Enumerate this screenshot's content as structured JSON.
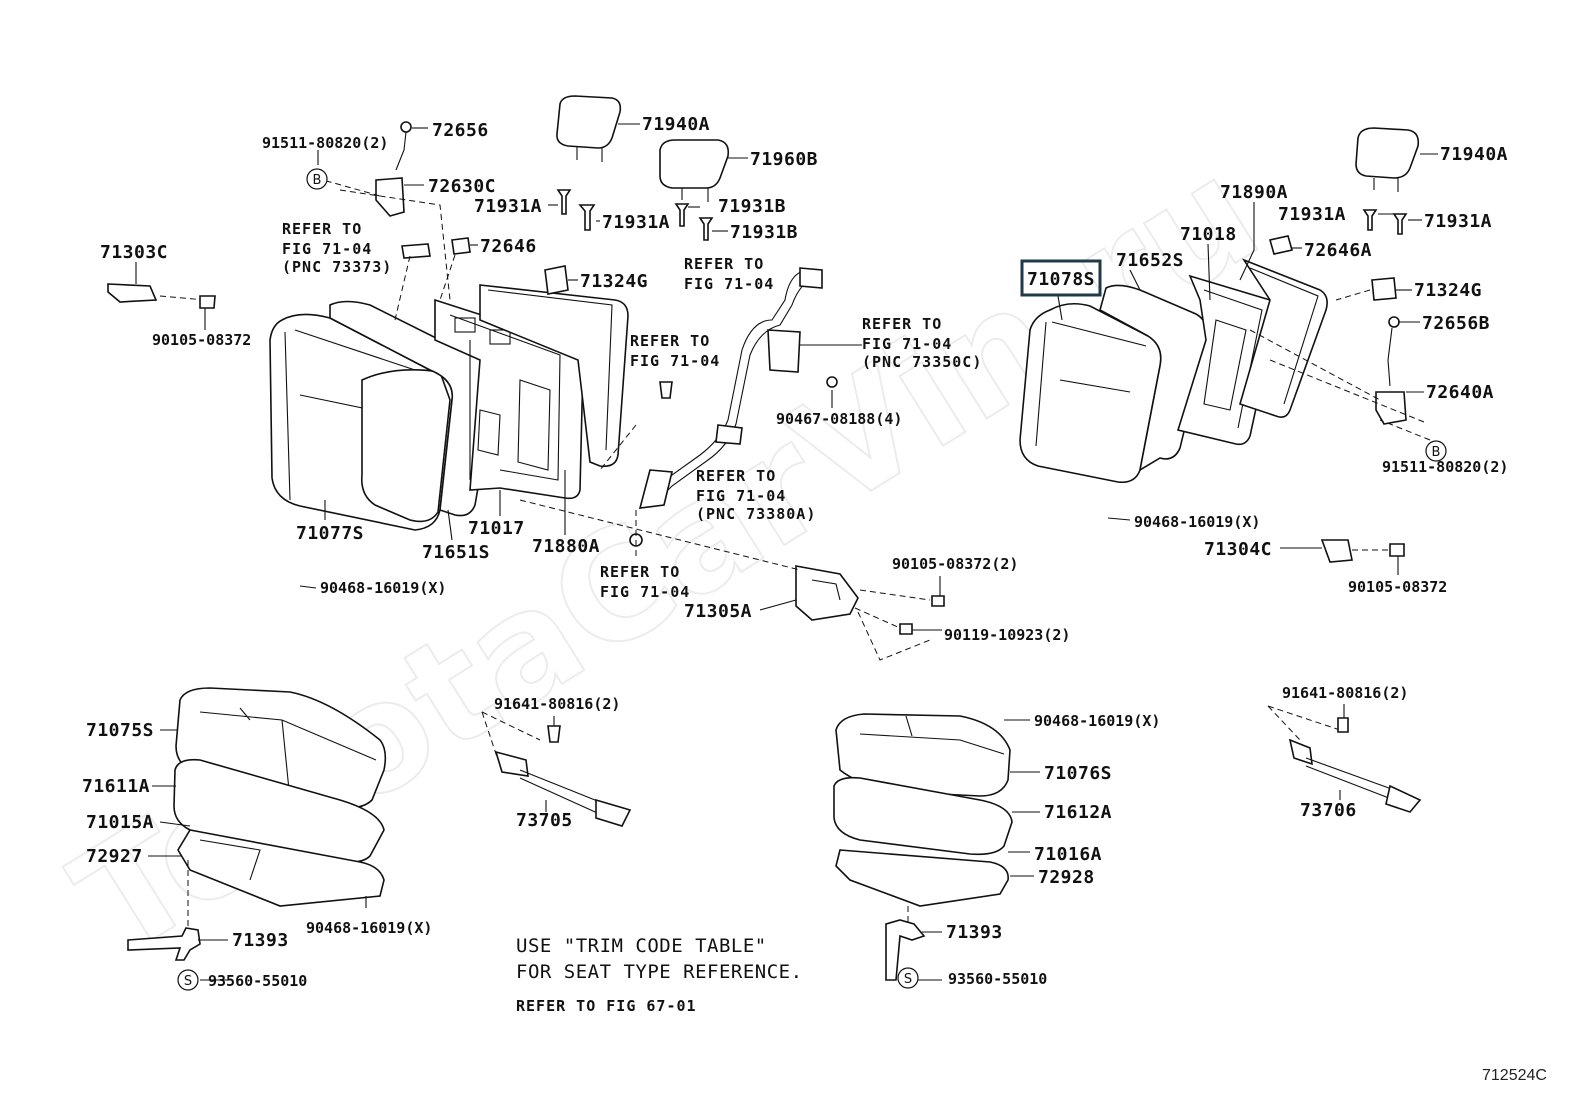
{
  "watermark": "ToyotaCarVin.ru",
  "figure_code": "712524C",
  "highlighted_part": "71078S",
  "labels": {
    "p72656": "72656",
    "p91511_l": "91511-80820(2)",
    "p72630C": "72630C",
    "p71940A_l": "71940A",
    "p71960B": "71960B",
    "p71931A_l1": "71931A",
    "p71931A_l2": "71931A",
    "p71931B_1": "71931B",
    "p71931B_2": "71931B",
    "p72646": "72646",
    "p71303C": "71303C",
    "p90105_l": "90105-08372",
    "p71324G_l": "71324G",
    "p71077S": "71077S",
    "p71651S": "71651S",
    "p71017": "71017",
    "p71880A": "71880A",
    "p90468_l": "90468-16019(X)",
    "p90467": "90467-08188(4)",
    "p71940A_r": "71940A",
    "p71890A": "71890A",
    "p71931A_r1": "71931A",
    "p71931A_r2": "71931A",
    "p71018": "71018",
    "p72646A": "72646A",
    "p71652S": "71652S",
    "p71078S": "71078S",
    "p71324G_r": "71324G",
    "p72656B": "72656B",
    "p72640A": "72640A",
    "p91511_r": "91511-80820(2)",
    "p90468_r": "90468-16019(X)",
    "p71304C": "71304C",
    "p90105_r": "90105-08372",
    "p90105_2": "90105-08372(2)",
    "p71305A": "71305A",
    "p90119": "90119-10923(2)",
    "p71075S": "71075S",
    "p71611A": "71611A",
    "p71015A": "71015A",
    "p72927": "72927",
    "p90468_b": "90468-16019(X)",
    "p71393_l": "71393",
    "p93560_l": "93560-55010",
    "p91641_l": "91641-80816(2)",
    "p73705": "73705",
    "p90468_c": "90468-16019(X)",
    "p71076S": "71076S",
    "p71612A": "71612A",
    "p71016A": "71016A",
    "p72928": "72928",
    "p71393_r": "71393",
    "p93560_r": "93560-55010",
    "p91641_r": "91641-80816(2)",
    "p73706": "73706"
  },
  "refer_notes": {
    "r73373": [
      "REFER TO",
      "FIG 71-04",
      "(PNC 73373)"
    ],
    "r7104_a": [
      "REFER TO",
      "FIG 71-04"
    ],
    "r7104_b": [
      "REFER TO",
      "FIG 71-04"
    ],
    "r73350C": [
      "REFER TO",
      "FIG 71-04",
      "(PNC 73350C)"
    ],
    "r73380A": [
      "REFER TO",
      "FIG 71-04",
      "(PNC 73380A)"
    ],
    "r7104_c": [
      "REFER TO",
      "FIG 71-04"
    ]
  },
  "notes": {
    "trim_line1": "USE \"TRIM CODE TABLE\"",
    "trim_line2": "FOR SEAT TYPE REFERENCE.",
    "refer_67": "REFER TO FIG 67-01"
  },
  "callout_symbols": {
    "B": "B",
    "S": "S"
  }
}
